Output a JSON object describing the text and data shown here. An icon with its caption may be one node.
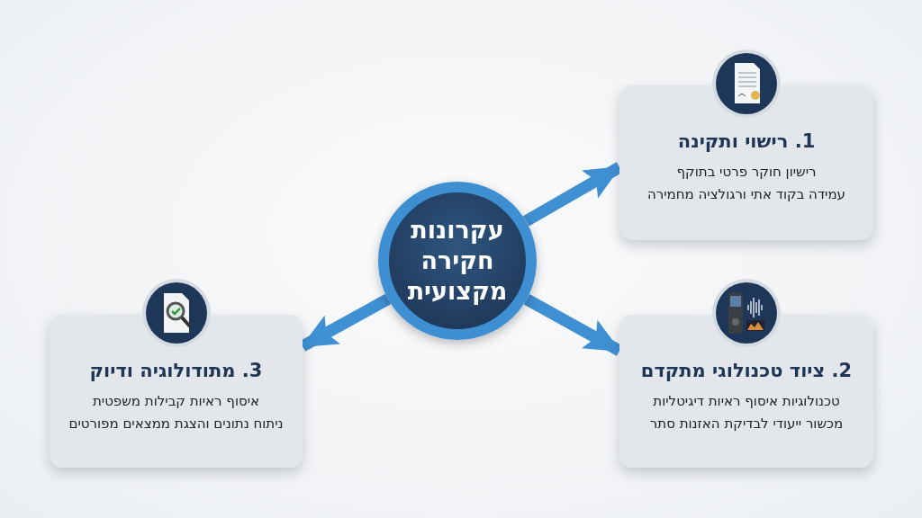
{
  "diagram": {
    "nodes": [
      {
        "text": [
          "עקרונות חקירה מקצועית"
        ]
      },
      {
        "text": [
          "1. רישוי ותקינה",
          "רישיון חוקר פרטי בתוקף",
          "עמידה בקוד אתי ורגולציה מחמירה"
        ]
      },
      {
        "text": [
          "2. ציוד טכנולוגי מתקדם",
          "טכנולוגיות איסוף ראיות דיגיטליות",
          "מכשור ייעודי לבדיקת האזנות סתר"
        ]
      },
      {
        "text": [
          "3. מתודולוגיה ודיוק",
          "איסוף ראיות קבילות משפטית",
          "ניתוח נתונים והצגת ממצאים מפורטים"
        ]
      }
    ],
    "edges": [
      {
        "from": 0,
        "to": 1,
        "arrow": "to"
      },
      {
        "from": 0,
        "to": 2,
        "arrow": "to"
      },
      {
        "from": 0,
        "to": 3,
        "arrow": "to"
      }
    ]
  }
}
